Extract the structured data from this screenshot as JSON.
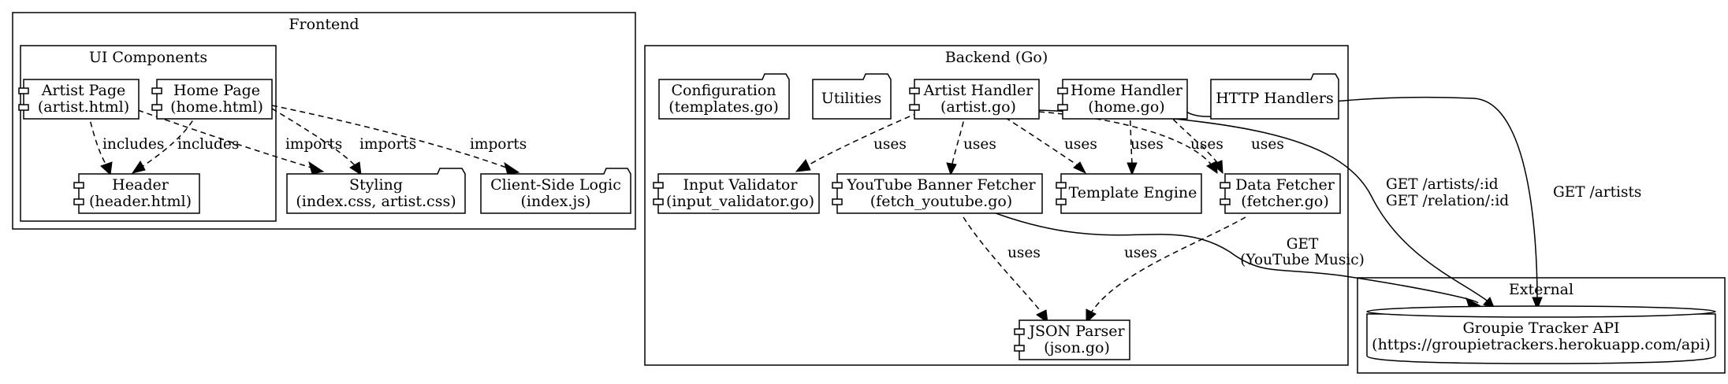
{
  "clusters": {
    "frontend": "Frontend",
    "ui_components": "UI Components",
    "backend": "Backend (Go)",
    "external": "External"
  },
  "nodes": {
    "artist_page": [
      "Artist Page",
      "(artist.html)"
    ],
    "home_page": [
      "Home Page",
      "(home.html)"
    ],
    "header": [
      "Header",
      "(header.html)"
    ],
    "styling": [
      "Styling",
      "(index.css, artist.css)"
    ],
    "client_logic": [
      "Client-Side Logic",
      "(index.js)"
    ],
    "configuration": [
      "Configuration",
      "(templates.go)"
    ],
    "utilities": [
      "Utilities"
    ],
    "artist_handler": [
      "Artist Handler",
      "(artist.go)"
    ],
    "home_handler": [
      "Home Handler",
      "(home.go)"
    ],
    "http_handlers": [
      "HTTP Handlers"
    ],
    "input_validator": [
      "Input Validator",
      "(input_validator.go)"
    ],
    "youtube_fetcher": [
      "YouTube Banner Fetcher",
      "(fetch_youtube.go)"
    ],
    "template_engine": [
      "Template Engine"
    ],
    "data_fetcher": [
      "Data Fetcher",
      "(fetcher.go)"
    ],
    "json_parser": [
      "JSON Parser",
      "(json.go)"
    ],
    "groupie_api": [
      "Groupie Tracker API",
      "(https://groupietrackers.herokuapp.com/api)"
    ]
  },
  "edge_labels": {
    "includes": "includes",
    "imports": "imports",
    "uses": "uses",
    "get_artists_id": [
      "GET /artists/:id",
      "GET /relation/:id"
    ],
    "get_artists": "GET /artists",
    "get_youtube": [
      "GET",
      "(YouTube Music)"
    ]
  }
}
